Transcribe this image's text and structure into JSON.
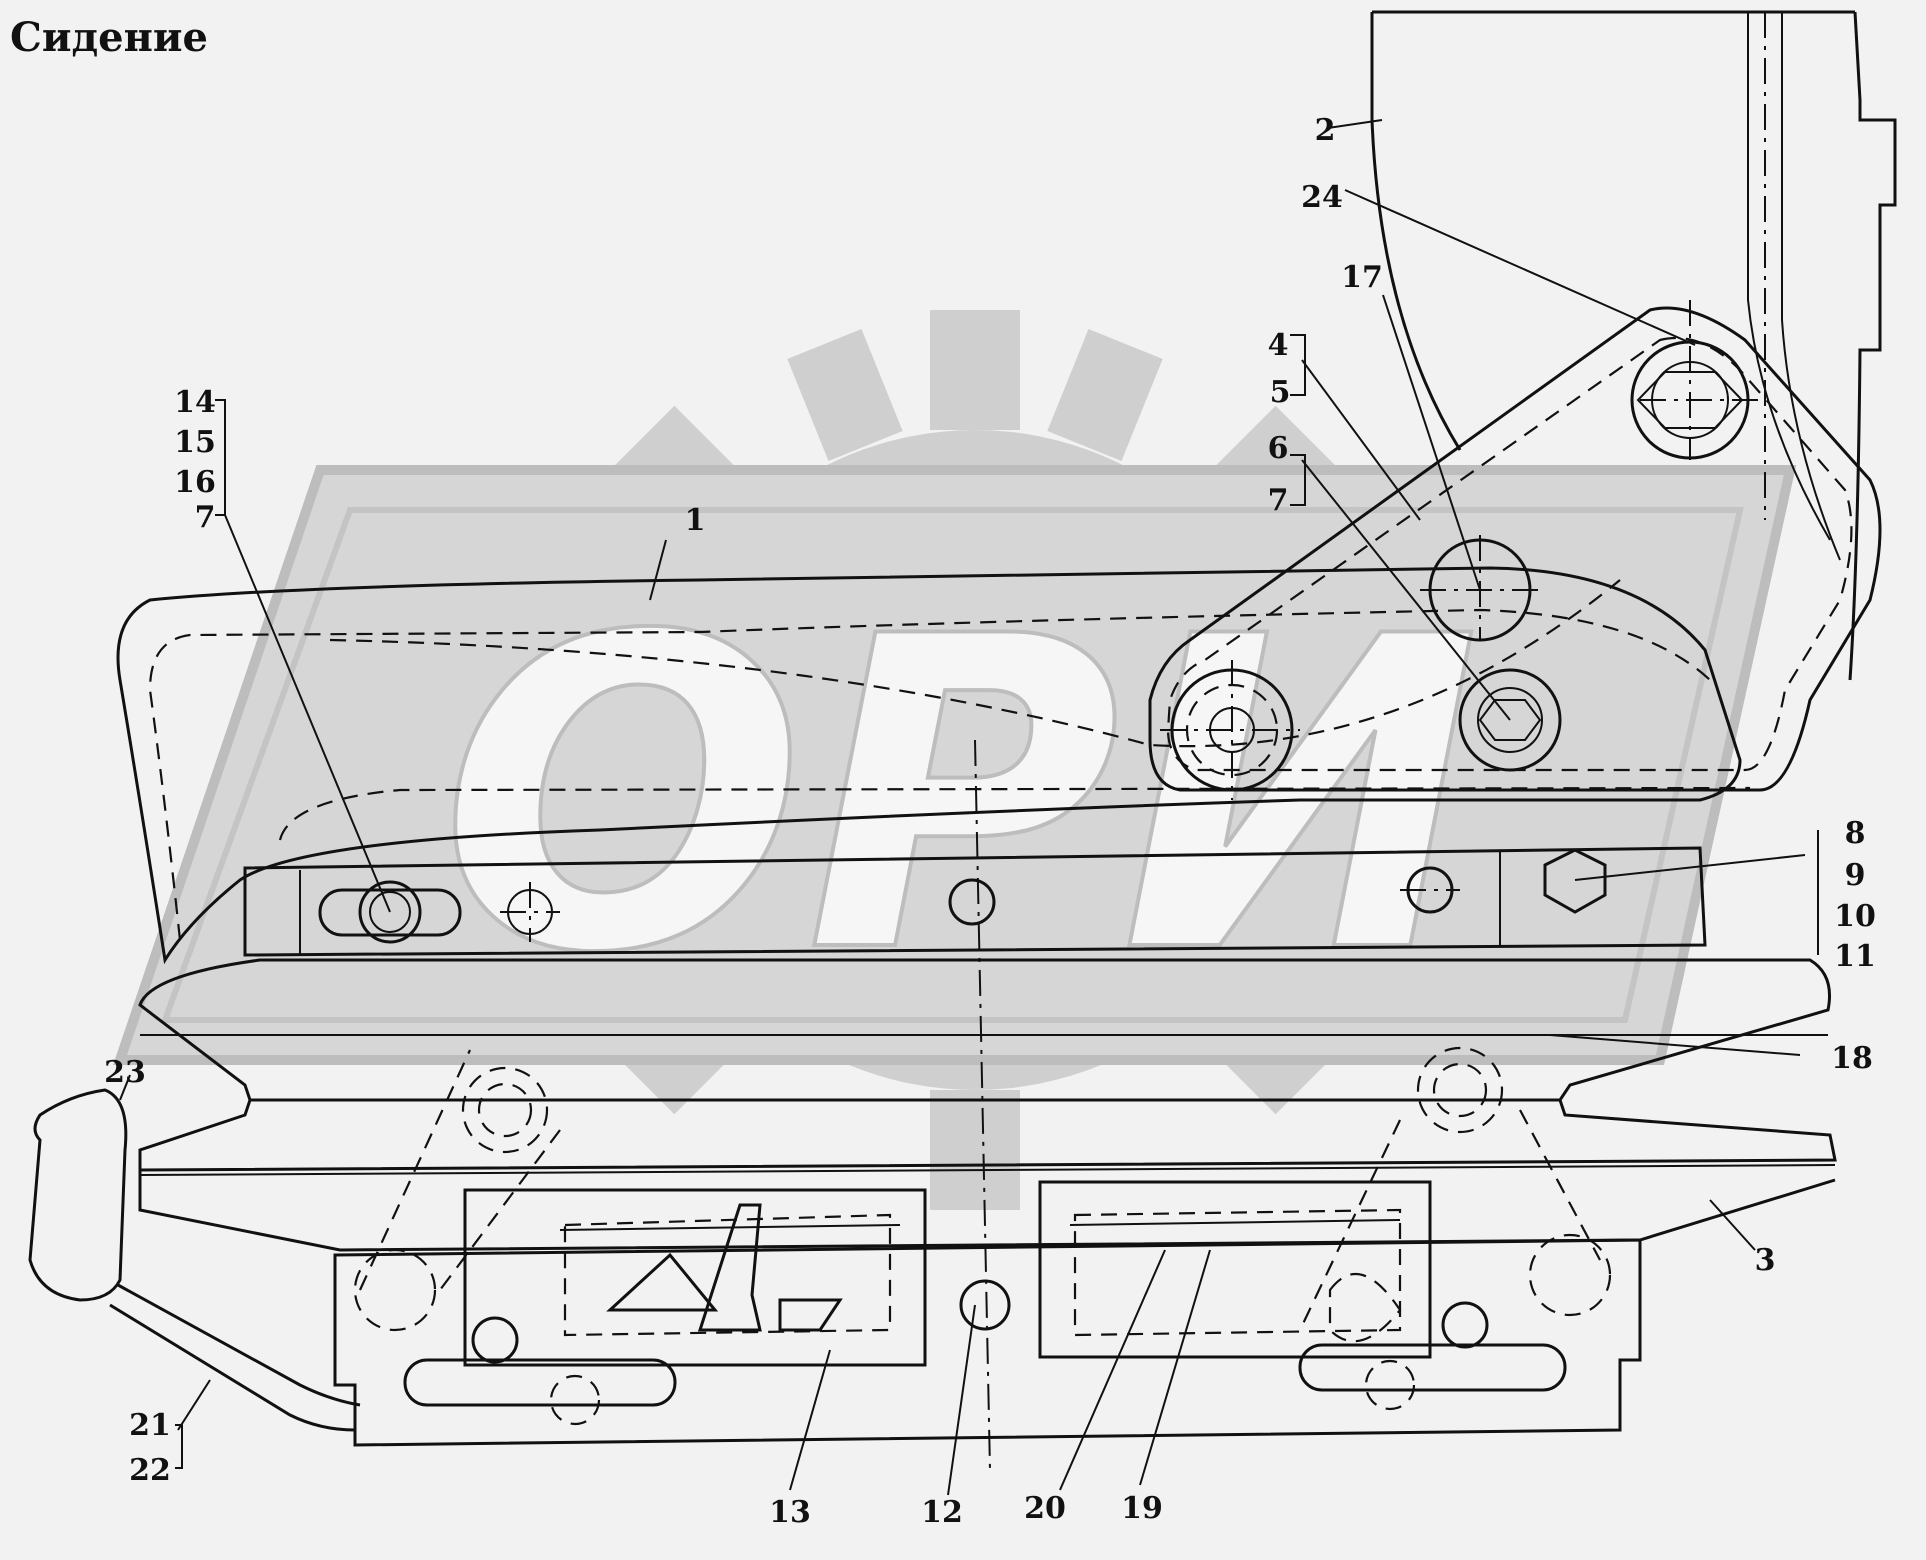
{
  "title": "Сидение",
  "watermark": {
    "text": "ОРИ",
    "color": "#c8c8c8"
  },
  "colors": {
    "background": "#f2f2f2",
    "line": "#111111"
  },
  "callouts": [
    {
      "id": "c1",
      "label": "1"
    },
    {
      "id": "c2",
      "label": "2"
    },
    {
      "id": "c3",
      "label": "3"
    },
    {
      "id": "c4",
      "label": "4"
    },
    {
      "id": "c5",
      "label": "5"
    },
    {
      "id": "c6",
      "label": "6"
    },
    {
      "id": "c7a",
      "label": "7"
    },
    {
      "id": "c7b",
      "label": "7"
    },
    {
      "id": "c8",
      "label": "8"
    },
    {
      "id": "c9",
      "label": "9"
    },
    {
      "id": "c10",
      "label": "10"
    },
    {
      "id": "c11",
      "label": "11"
    },
    {
      "id": "c12",
      "label": "12"
    },
    {
      "id": "c13",
      "label": "13"
    },
    {
      "id": "c14",
      "label": "14"
    },
    {
      "id": "c15",
      "label": "15"
    },
    {
      "id": "c16",
      "label": "16"
    },
    {
      "id": "c17",
      "label": "17"
    },
    {
      "id": "c18",
      "label": "18"
    },
    {
      "id": "c19",
      "label": "19"
    },
    {
      "id": "c20",
      "label": "20"
    },
    {
      "id": "c21",
      "label": "21"
    },
    {
      "id": "c22",
      "label": "22"
    },
    {
      "id": "c23",
      "label": "23"
    },
    {
      "id": "c24",
      "label": "24"
    }
  ]
}
